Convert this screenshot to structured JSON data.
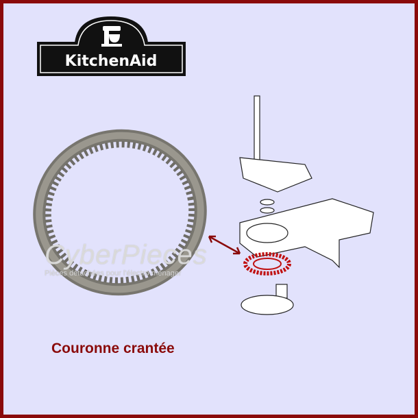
{
  "brand": {
    "logo_text": "KitchenAid",
    "logo_icon": "stand-mixer-icon"
  },
  "watermark": {
    "brand": "CyberPieces",
    "tagline": "Pièces détachées pour l'électro-ménager"
  },
  "product": {
    "caption": "Couronne crantée"
  },
  "colors": {
    "border": "#8a0a0a",
    "caption": "#8a0a0a",
    "background": "#e2e2fc",
    "highlight_part": "#c01010"
  }
}
